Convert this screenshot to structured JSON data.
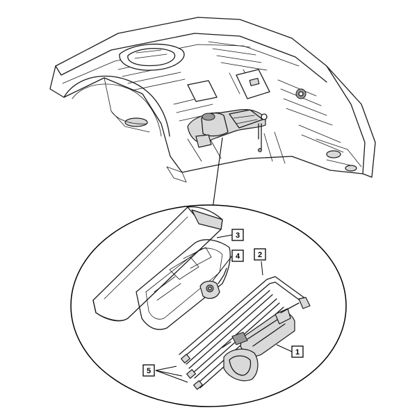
{
  "callouts": [
    {
      "number": "1",
      "part": "jack"
    },
    {
      "number": "2",
      "part": "lug-wrench"
    },
    {
      "number": "3",
      "part": "storage-tray"
    },
    {
      "number": "4",
      "part": "wing-bolt"
    },
    {
      "number": "5",
      "part": "extension-bars"
    }
  ]
}
